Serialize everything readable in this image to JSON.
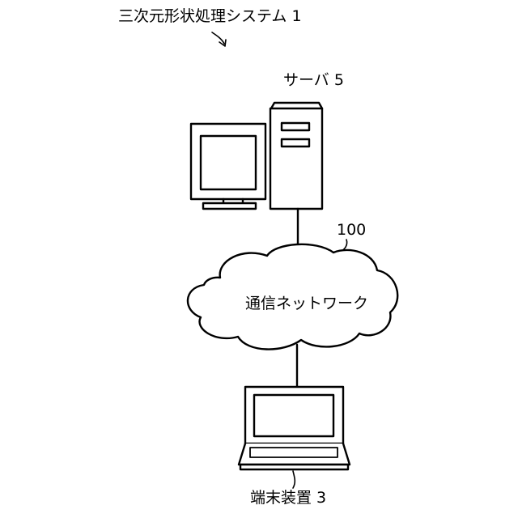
{
  "system_label": "三次元形状処理システム 1",
  "server_label": "サーバ 5",
  "network": {
    "number": "100",
    "name": "通信ネットワーク"
  },
  "terminal_label": "端末装置 3"
}
